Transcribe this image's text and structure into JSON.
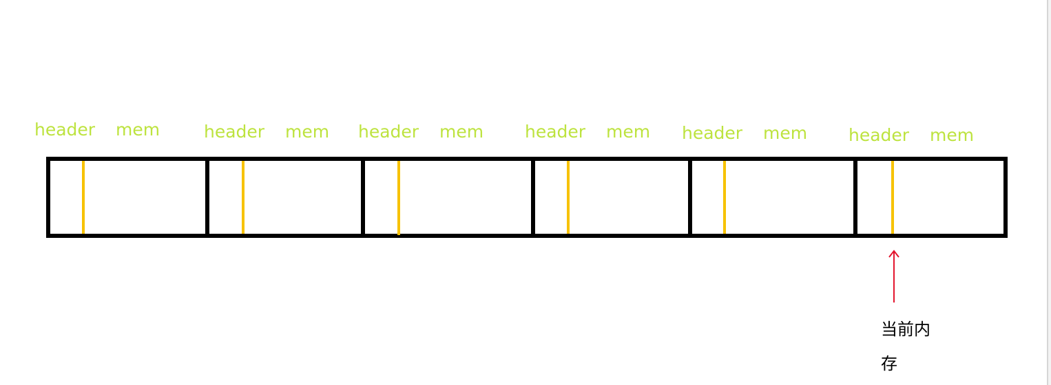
{
  "segments": [
    {
      "header": "header",
      "mem": "mem"
    },
    {
      "header": "header",
      "mem": "mem"
    },
    {
      "header": "header",
      "mem": "mem"
    },
    {
      "header": "header",
      "mem": "mem"
    },
    {
      "header": "header",
      "mem": "mem"
    },
    {
      "header": "header",
      "mem": "mem"
    }
  ],
  "annotation": {
    "lines": [
      "当前内",
      "存"
    ]
  },
  "colors": {
    "label": "#bde33f",
    "frame": "#000000",
    "header_marker": "#f7c200",
    "pointer": "#e3142d"
  }
}
